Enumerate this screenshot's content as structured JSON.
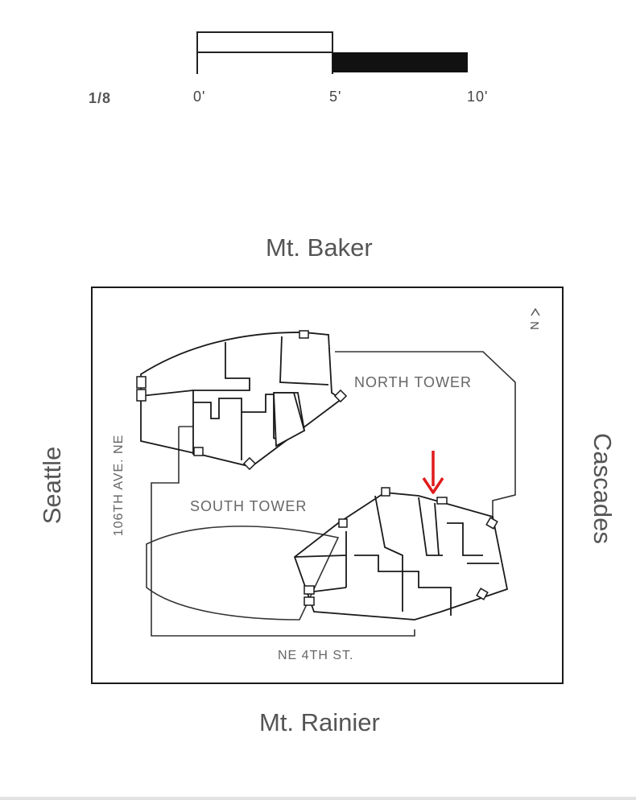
{
  "scale": {
    "ratio": "1/8",
    "ticks": [
      "0'",
      "5'",
      "10'"
    ]
  },
  "directions": {
    "north": "Mt. Baker",
    "south": "Mt. Rainier",
    "west": "Seattle",
    "east": "Cascades"
  },
  "streets": {
    "west": "106TH AVE. NE",
    "south": "NE 4TH ST."
  },
  "towers": {
    "north": "NORTH TOWER",
    "south": "SOUTH TOWER"
  },
  "north_arrow": {
    "label": "N"
  },
  "colors": {
    "line": "#1a1a1a",
    "text": "#555555",
    "marker": "#e01b1b"
  }
}
